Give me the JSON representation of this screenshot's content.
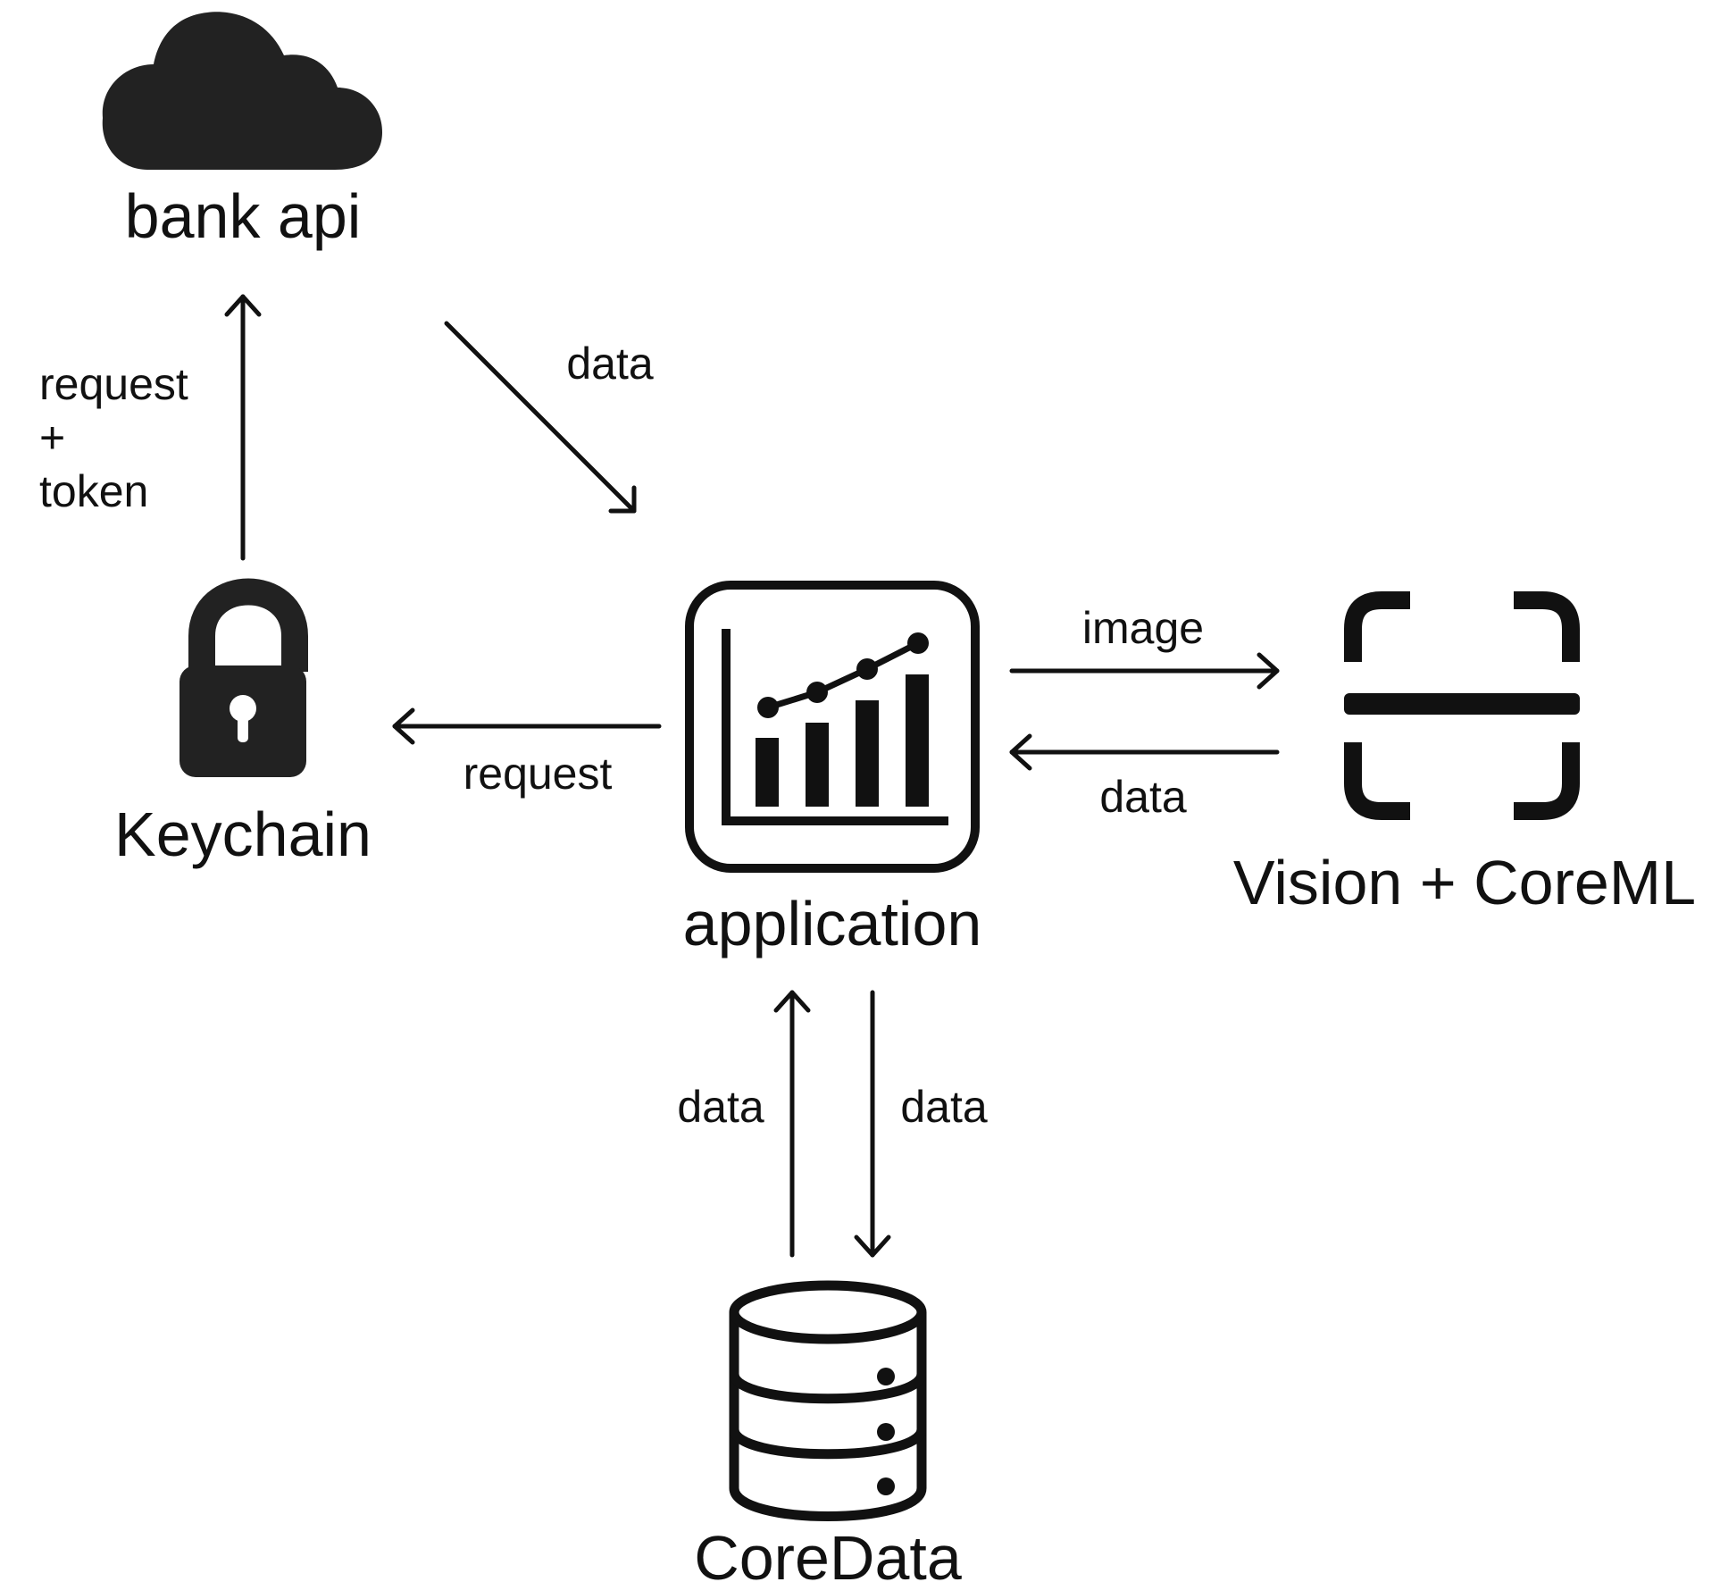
{
  "nodes": {
    "bank_api": {
      "label": "bank api",
      "icon": "cloud-icon"
    },
    "keychain": {
      "label": "Keychain",
      "icon": "lock-icon"
    },
    "application": {
      "label": "application",
      "icon": "bar-chart-icon"
    },
    "vision": {
      "label": "Vision + CoreML",
      "icon": "scan-icon"
    },
    "coredata": {
      "label": "CoreData",
      "icon": "database-icon"
    }
  },
  "edges": {
    "keychain_to_bank": {
      "label_lines": [
        "request",
        "+",
        "token"
      ]
    },
    "bank_to_app": {
      "label": "data"
    },
    "app_to_keychain": {
      "label": "request"
    },
    "app_to_vision": {
      "label": "image"
    },
    "vision_to_app": {
      "label": "data"
    },
    "coredata_to_app": {
      "label": "data"
    },
    "app_to_coredata": {
      "label": "data"
    }
  },
  "colors": {
    "ink": "#111111",
    "icon_fill": "#222222",
    "background": "#ffffff"
  }
}
